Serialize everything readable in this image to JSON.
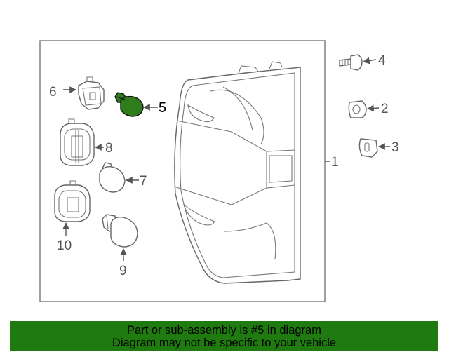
{
  "diagram": {
    "highlight_color": "#2e7d1a",
    "callouts": {
      "c1": "1",
      "c2": "2",
      "c3": "3",
      "c4": "4",
      "c5": "5",
      "c6": "6",
      "c7": "7",
      "c8": "8",
      "c9": "9",
      "c10": "10"
    }
  },
  "banner": {
    "line1": "Part or sub-assembly is #5 in diagram",
    "line2": "Diagram may not be specific to your vehicle",
    "background": "#1f7a0f"
  }
}
